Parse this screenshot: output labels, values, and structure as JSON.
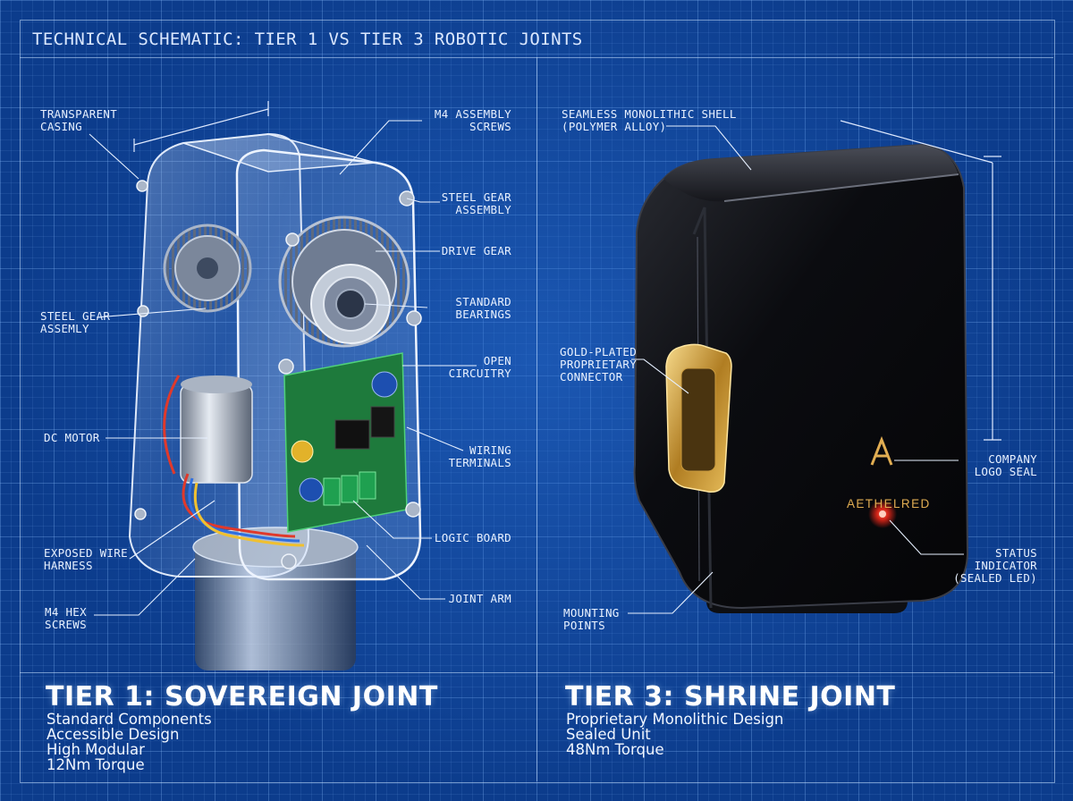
{
  "title": "TECHNICAL SCHEMATIC: TIER 1 VS TIER 3 ROBOTIC JOINTS",
  "tier1": {
    "heading": "TIER 1: SOVEREIGN JOINT",
    "lines": [
      "Standard Components",
      "Accessible Design",
      "High Modular",
      "12Nm Torque"
    ],
    "callouts": {
      "transparent_casing": [
        "TRANSPARENT",
        "CASING"
      ],
      "m4_assembly_screws": [
        "M4 ASSEMBLY",
        "SCREWS"
      ],
      "steel_gear_assembly_right": [
        "STEEL GEAR",
        "ASSEMBLY"
      ],
      "drive_gear": [
        "DRIVE GEAR"
      ],
      "standard_bearings": [
        "STANDARD",
        "BEARINGS"
      ],
      "steel_gear_assembly_left": [
        "STEEL GEAR",
        "ASSEMLY"
      ],
      "open_circuitry": [
        "OPEN",
        "CIRCUITRY"
      ],
      "dc_motor": [
        "DC MOTOR"
      ],
      "wiring_terminals": [
        "WIRING",
        "TERMINALS"
      ],
      "logic_board": [
        "LOGIC BOARD"
      ],
      "exposed_wire_harness": [
        "EXPOSED WIRE",
        "HARNESS"
      ],
      "joint_arm": [
        "JOINT ARM"
      ],
      "m4_hex_screws": [
        "M4 HEX",
        "SCREWS"
      ]
    }
  },
  "tier3": {
    "heading": "TIER 3: SHRINE JOINT",
    "lines": [
      "Proprietary Monolithic Design",
      "Sealed Unit",
      "48Nm Torque"
    ],
    "logo_text": "AETHELRED",
    "callouts": {
      "seamless_shell": [
        "SEAMLESS MONOLITHIC SHELL",
        "(POLYMER ALLOY)"
      ],
      "gold_connector": [
        "GOLD-PLATED",
        "PROPRIETARY",
        "CONNECTOR"
      ],
      "company_logo_seal": [
        "COMPANY",
        "LOGO SEAL"
      ],
      "status_indicator": [
        "STATUS",
        "INDICATOR",
        "(SEALED LED)"
      ],
      "mounting_points": [
        "MOUNTING",
        "POINTS"
      ]
    }
  },
  "colors": {
    "blueprint": "#0c3c8c",
    "grid": "#8cbeff",
    "gold": "#d9a640",
    "led": "#ff2a1a"
  }
}
